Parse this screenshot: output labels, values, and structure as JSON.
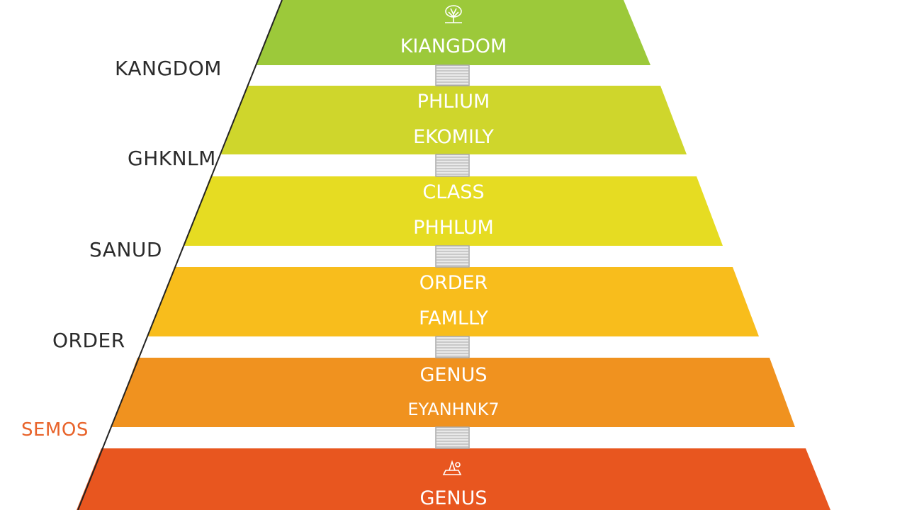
{
  "levels": [
    {
      "lines": [
        "KIANGDOM"
      ],
      "color": "#9cc93a",
      "icon": "tree-icon"
    },
    {
      "lines": [
        "PHLIUM",
        "EKOMILY"
      ],
      "color": "#cfd62c"
    },
    {
      "lines": [
        "CLASS",
        "PHHLUM"
      ],
      "color": "#e6dc22"
    },
    {
      "lines": [
        "ORDER",
        "FAMLLY"
      ],
      "color": "#f8bd1c"
    },
    {
      "lines": [
        "GENUS",
        "EYANHNK7"
      ],
      "color": "#f0921f"
    },
    {
      "lines": [
        "GENUS"
      ],
      "color": "#e8561f",
      "icon": "lamp-icon"
    }
  ],
  "side_labels": [
    {
      "text": "KANGDOM",
      "color": "#2b2b2b"
    },
    {
      "text": "GHKNLM",
      "color": "#2b2b2b"
    },
    {
      "text": "SANUD",
      "color": "#2b2b2b"
    },
    {
      "text": "ORDER",
      "color": "#2b2b2b"
    },
    {
      "text": "SEMOS",
      "color": "#e8632a"
    }
  ],
  "connector_color": "#a9a9a9",
  "outline_color": "#222222"
}
